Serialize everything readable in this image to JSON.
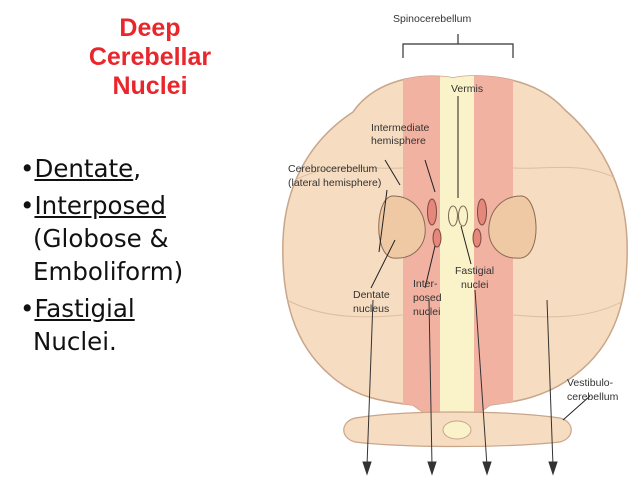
{
  "title": {
    "line1": "Deep",
    "line2": "Cerebellar",
    "line3": "Nuclei",
    "color": "#e8262b"
  },
  "bullets": {
    "marker": "•",
    "dentate": "Dentate",
    "dentate_suffix": ",",
    "interposed": "Interposed",
    "interposed_detail_1": "(Globose &",
    "interposed_detail_2": "Emboliform)",
    "fastigial": "Fastigial",
    "fastigial_detail": "Nuclei."
  },
  "diagram": {
    "labels": {
      "spinocerebellum": "Spinocerebellum",
      "vermis": "Vermis",
      "intermediate_1": "Intermediate",
      "intermediate_2": "hemisphere",
      "cerebrocerebellum_1": "Cerebrocerebellum",
      "cerebrocerebellum_2": "(lateral hemisphere)",
      "fastigial_1": "Fastigial",
      "fastigial_2": "nuclei",
      "dentate_1": "Dentate",
      "dentate_2": "nucleus",
      "interposed_1": "Inter-",
      "interposed_2": "posed",
      "interposed_3": "nuclei",
      "vestibulo_1": "Vestibulo-",
      "vestibulo_2": "cerebellum"
    },
    "colors": {
      "lateral": "#f6dcc0",
      "intermediate": "#f2b2a2",
      "vermis": "#faf2c8",
      "outline": "#c9a58a",
      "nucleus": "#efc9a4",
      "interposed_nucleus": "#e5877a"
    }
  }
}
